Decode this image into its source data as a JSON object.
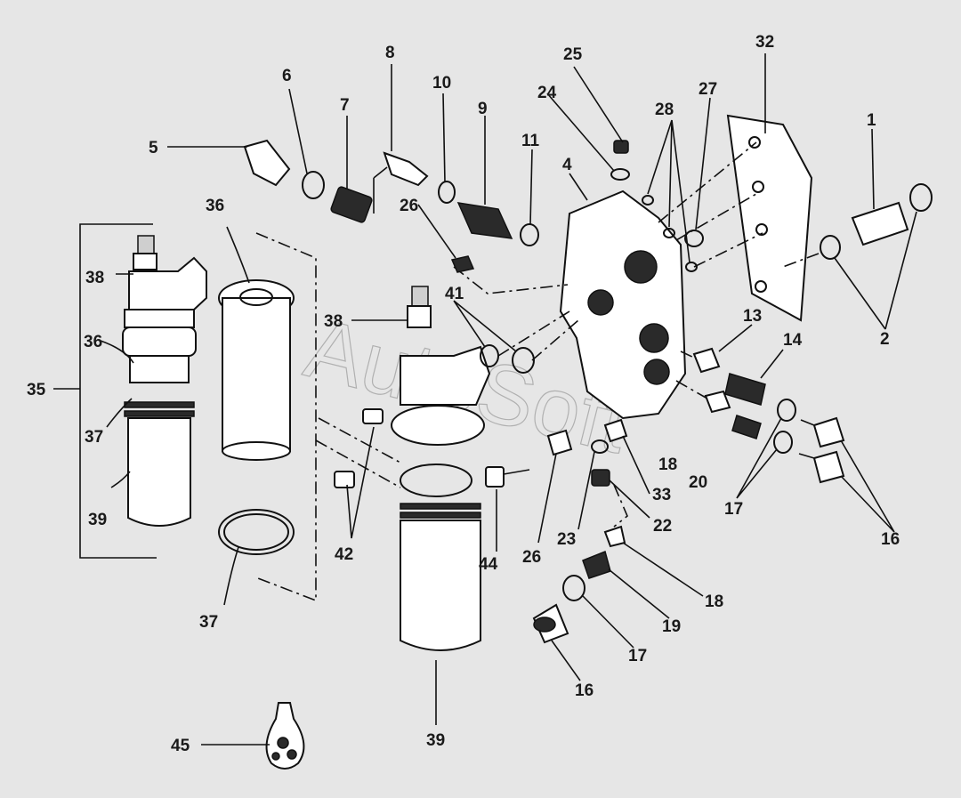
{
  "watermark": "AutoSoft",
  "callouts": {
    "c1": "1",
    "c2": "2",
    "c4": "4",
    "c5": "5",
    "c6": "6",
    "c7": "7",
    "c8": "8",
    "c9": "9",
    "c10": "10",
    "c11": "11",
    "c13": "13",
    "c14": "14",
    "c16a": "16",
    "c16b": "16",
    "c17a": "17",
    "c17b": "17",
    "c18a": "18",
    "c18b": "18",
    "c19": "19",
    "c20": "20",
    "c22": "22",
    "c23": "23",
    "c24": "24",
    "c25": "25",
    "c26a": "26",
    "c26b": "26",
    "c27": "27",
    "c28": "28",
    "c32": "32",
    "c33": "33",
    "c35": "35",
    "c36a": "36",
    "c36b": "36",
    "c37a": "37",
    "c37b": "37",
    "c38a": "38",
    "c38b": "38",
    "c39a": "39",
    "c39b": "39",
    "c41": "41",
    "c42": "42",
    "c44": "44",
    "c45": "45"
  }
}
